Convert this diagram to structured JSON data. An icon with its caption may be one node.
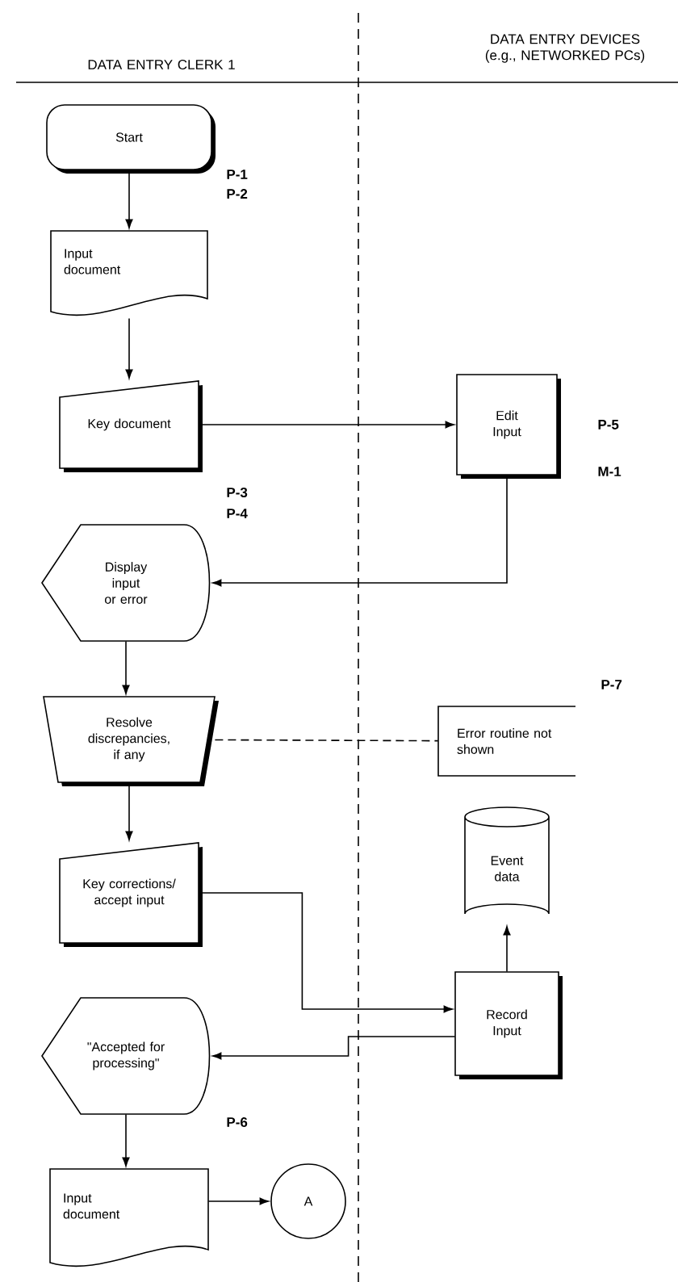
{
  "diagram": {
    "nodes": [
      {
        "text": [
          "Start"
        ]
      },
      {
        "text": [
          "Input document"
        ]
      },
      {
        "text": [
          "Key document"
        ]
      },
      {
        "text": [
          "Edit Input"
        ]
      },
      {
        "text": [
          "Display input or error"
        ]
      },
      {
        "text": [
          "Resolve discrepancies, if any"
        ]
      },
      {
        "text": [
          "Error routine not shown"
        ]
      },
      {
        "text": [
          "Event data"
        ]
      },
      {
        "text": [
          "Key corrections/ accept input"
        ]
      },
      {
        "text": [
          "Record Input"
        ]
      },
      {
        "text": [
          "\"Accepted for processing\""
        ]
      },
      {
        "text": [
          "Input document"
        ]
      },
      {
        "text": [
          "A"
        ]
      }
    ],
    "edges": [
      {
        "from": 0,
        "to": 1,
        "arrow": "to"
      },
      {
        "from": 1,
        "to": 2,
        "arrow": "to"
      },
      {
        "from": 2,
        "to": 3,
        "arrow": "to"
      },
      {
        "from": 3,
        "to": 4,
        "arrow": "to"
      },
      {
        "from": 4,
        "to": 5,
        "arrow": "to"
      },
      {
        "from": 5,
        "to": 6,
        "arrow": "none",
        "style": "dashed"
      },
      {
        "from": 5,
        "to": 8,
        "arrow": "to"
      },
      {
        "from": 8,
        "to": 9,
        "arrow": "to"
      },
      {
        "from": 9,
        "to": 7,
        "arrow": "to"
      },
      {
        "from": 9,
        "to": 10,
        "arrow": "to"
      },
      {
        "from": 10,
        "to": 11,
        "arrow": "to"
      },
      {
        "from": 11,
        "to": 12,
        "arrow": "to"
      }
    ],
    "labels": [
      "DATA ENTRY CLERK 1",
      "DATA ENTRY DEVICES (e.g., NETWORKED PCs)",
      "P-1",
      "P-2",
      "P-5",
      "M-1",
      "P-3",
      "P-4",
      "P-7",
      "P-6"
    ]
  }
}
